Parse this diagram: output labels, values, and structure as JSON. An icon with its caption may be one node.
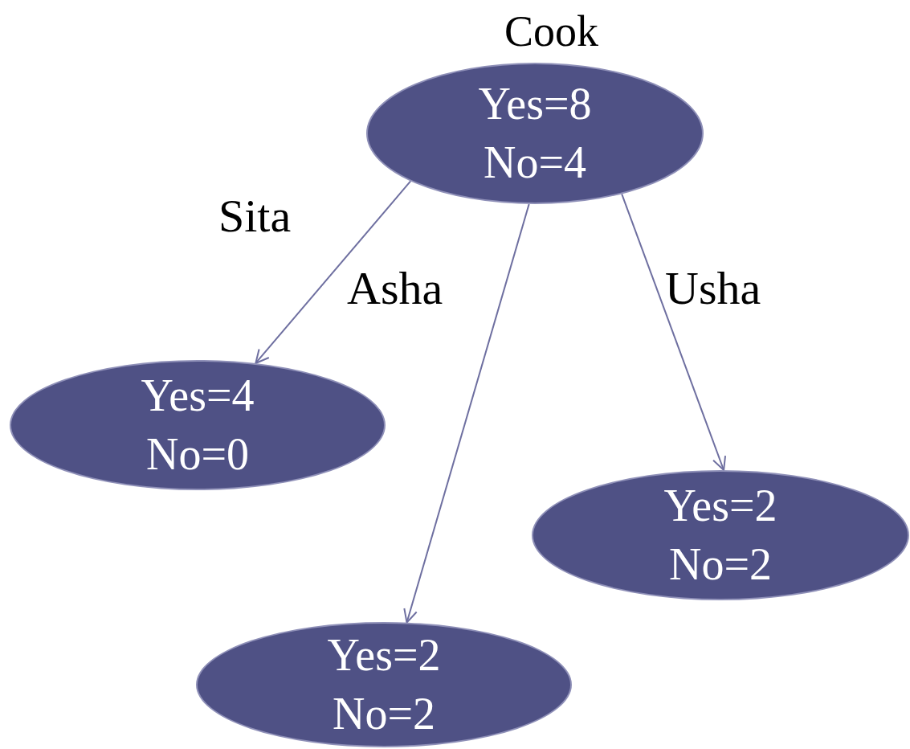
{
  "diagram": {
    "nodes": [
      {
        "text": [
          "Cook",
          "Yes=8 No=4"
        ]
      },
      {
        "text": [
          "Yes=4 No=0"
        ]
      },
      {
        "text": [
          "Yes=2 No=2"
        ]
      },
      {
        "text": [
          "Yes=2 No=2"
        ]
      }
    ],
    "edges": [
      {
        "from": 0,
        "to": 1,
        "arrow": "to",
        "label": "Sita"
      },
      {
        "from": 0,
        "to": 2,
        "arrow": "to",
        "label": "Asha"
      },
      {
        "from": 0,
        "to": 3,
        "arrow": "to",
        "label": "Usha"
      }
    ]
  }
}
